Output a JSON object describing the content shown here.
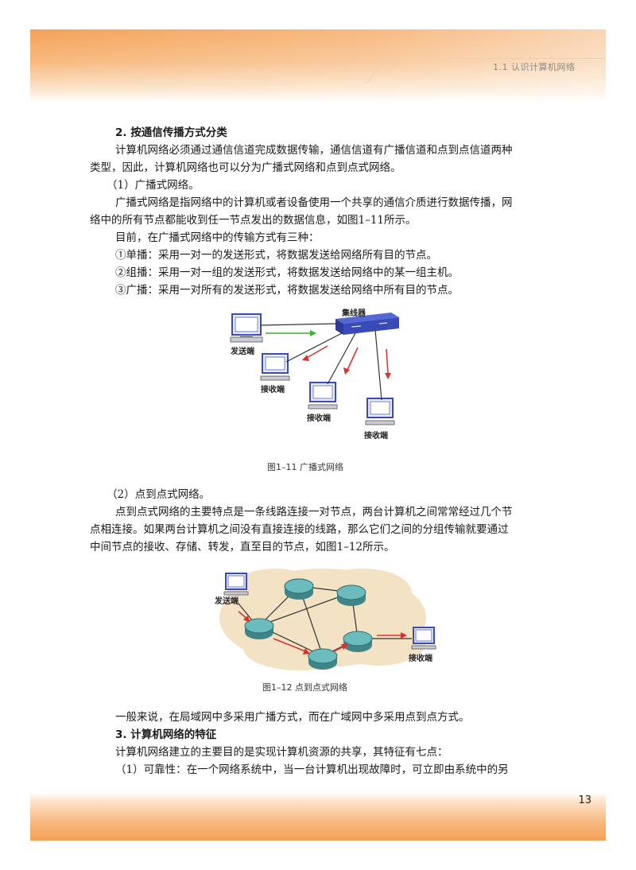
{
  "header": {
    "section": "1.1   认识计算机网络"
  },
  "page_number": "13",
  "body": {
    "heading2": "2.  按通信传播方式分类",
    "p1": "计算机网络必须通过通信信道完成数据传输，通信信道有广播信道和点到点信道两种",
    "p1b": "类型，因此，计算机网络也可以分为广播式网络和点到点式网络。",
    "sub1": "（1）广播式网络。",
    "p2": "广播式网络是指网络中的计算机或者设备使用一个共享的通信介质进行数据传播，网",
    "p2b": "络中的所有节点都能收到任一节点发出的数据信息，如图1–11所示。",
    "p3": "目前，在广播式网络中的传输方式有三种：",
    "li1": "①单播：采用一对一的发送形式，将数据发送给网络所有目的节点。",
    "li2": "②组播：采用一对一组的发送形式，将数据发送给网络中的某一组主机。",
    "li3": "③广播：采用一对所有的发送形式，将数据发送给网络中所有目的节点。",
    "sub2": "（2）点到点式网络。",
    "p4": "点到点式网络的主要特点是一条线路连接一对节点，两台计算机之间常常经过几个节",
    "p4b": "点相连接。如果两台计算机之间没有直接连接的线路，那么它们之间的分组传输就要通过",
    "p4c": "中间节点的接收、存储、转发，直至目的节点，如图1–12所示。",
    "p5": "一般来说，在局域网中多采用广播方式，而在广域网中多采用点到点方式。",
    "heading3": "3.  计算机网络的特征",
    "p6": "计算机网络建立的主要目的是实现计算机资源的共享，其特征有七点：",
    "p7": "（1）可靠性：在一个网络系统中，当一台计算机出现故障时，可立即由系统中的另"
  },
  "figure1": {
    "caption": "图1–11    广播式网络",
    "hub_label": "集线器",
    "sender_label": "发送端",
    "receiver_label": "接收端"
  },
  "figure2": {
    "caption": "图1–12    点到点式网络",
    "sender_label": "发送端",
    "receiver_label": "接收端"
  },
  "colors": {
    "band": "#f4a257",
    "arrow_red": "#d9302c",
    "arrow_green": "#3cae3c",
    "hub_blue": "#3a4bb8",
    "router": "#5aa6a8",
    "cloud": "#f3e2c4"
  }
}
